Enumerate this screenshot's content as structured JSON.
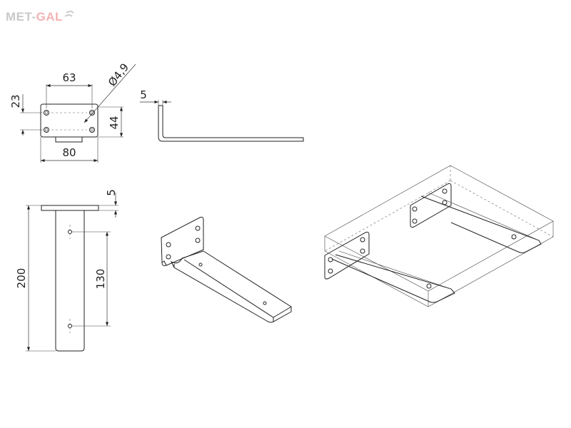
{
  "logo": {
    "text_main": "MET-",
    "text_accent": "GAL"
  },
  "dimensions": {
    "hole_spacing_width": "63",
    "hole_diameter": "Ø4,9",
    "hole_spacing_height": "23",
    "plate_height": "44",
    "plate_width": "80",
    "thickness_side": "5",
    "thickness_front": "5",
    "total_length": "200",
    "arm_hole_spacing": "130"
  }
}
